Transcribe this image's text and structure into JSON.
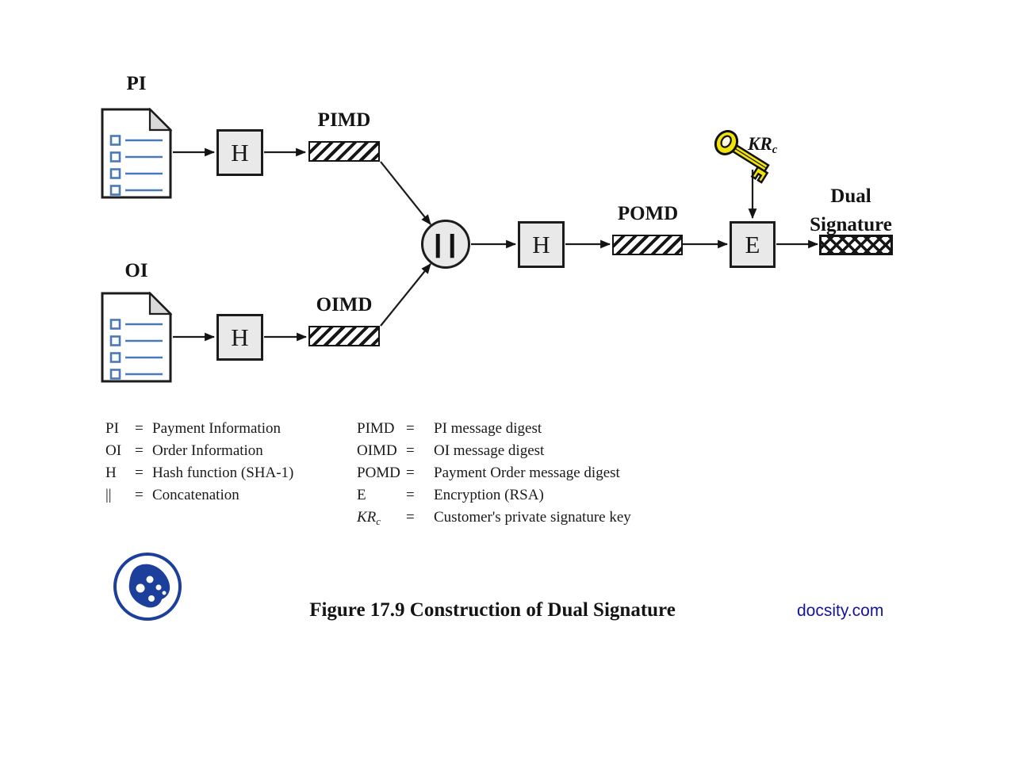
{
  "diagram": {
    "pi_label": "PI",
    "oi_label": "OI",
    "hash_label": "H",
    "concat_symbol": "||",
    "pimd_label": "PIMD",
    "oimd_label": "OIMD",
    "pomd_label": "POMD",
    "encrypt_label": "E",
    "key_label": {
      "base": "KR",
      "sub": "c"
    },
    "dual_signature": {
      "line1": "Dual",
      "line2": "Signature"
    }
  },
  "legend": {
    "equals": "=",
    "left": [
      {
        "term": "PI",
        "def": "Payment Information"
      },
      {
        "term": "OI",
        "def": "Order Information"
      },
      {
        "term": "H",
        "def": "Hash function (SHA-1)"
      },
      {
        "term": "||",
        "def": "Concatenation"
      }
    ],
    "right": [
      {
        "term": "PIMD",
        "def": "PI message digest"
      },
      {
        "term": "OIMD",
        "def": "OI message digest"
      },
      {
        "term": "POMD",
        "def": "Payment Order message digest"
      },
      {
        "term": "E",
        "def": "Encryption (RSA)"
      },
      {
        "term_base": "KR",
        "term_sub": "c",
        "def": "Customer's private signature key"
      }
    ]
  },
  "footer": {
    "caption": "Figure 17.9  Construction of Dual Signature",
    "watermark": "docsity.com"
  },
  "colors": {
    "box_fill": "#e9e9e9",
    "line": "#1b1b1b",
    "doc_blue": "#4a79b8",
    "key_yellow": "#f2e40a",
    "watermark_blue": "#15159c",
    "logo_blue": "#1c3f9c"
  }
}
